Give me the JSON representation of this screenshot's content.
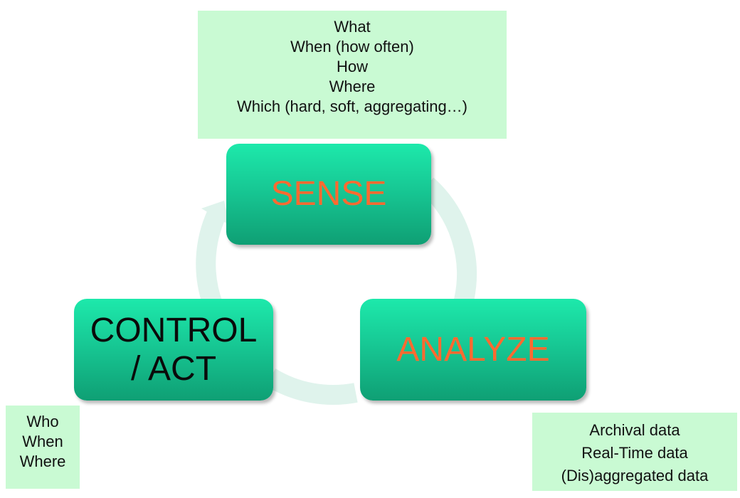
{
  "colors": {
    "note_background": "#c9fad3",
    "stage_gradient_top": "#1de9ab",
    "stage_gradient_bottom": "#0f9f74",
    "accent_label": "#ff6a30",
    "dark_label": "#0a0a0a",
    "cycle_arrow": "#dff3ec"
  },
  "stages": {
    "sense": {
      "label": "SENSE"
    },
    "analyze": {
      "label": "ANALYZE"
    },
    "act": {
      "lines": [
        "CONTROL",
        "/ ACT"
      ]
    }
  },
  "notes": {
    "sense": [
      "What",
      "When (how often)",
      "How",
      "Where",
      "Which (hard, soft, aggregating…)"
    ],
    "act": [
      "Who",
      "When",
      "Where"
    ],
    "analyze": [
      "Archival data",
      "Real-Time data",
      "(Dis)aggregated data"
    ]
  }
}
